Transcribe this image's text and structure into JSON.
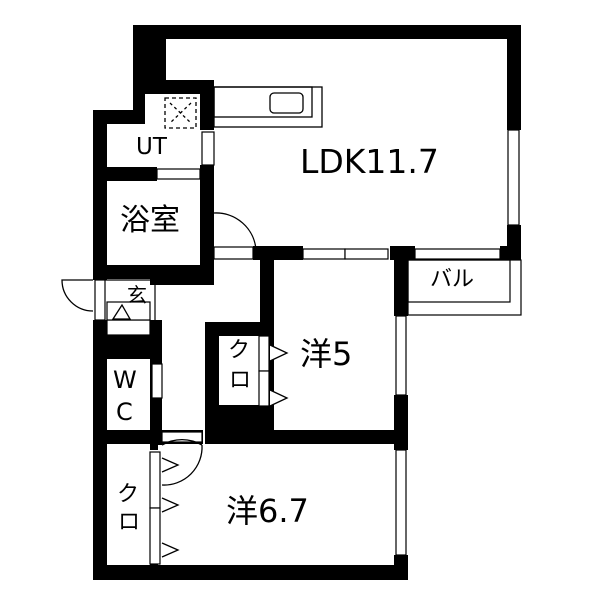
{
  "floor_plan": {
    "rooms": [
      {
        "id": "ldk",
        "label": "LDK11.7"
      },
      {
        "id": "ut",
        "label": "UT"
      },
      {
        "id": "bath",
        "label": "浴室"
      },
      {
        "id": "entrance",
        "label": "玄"
      },
      {
        "id": "wc",
        "label_top": "W",
        "label_bottom": "C"
      },
      {
        "id": "western1",
        "label": "洋5"
      },
      {
        "id": "closet1",
        "label_top": "ク",
        "label_bottom": "ロ"
      },
      {
        "id": "western2",
        "label": "洋6.7"
      },
      {
        "id": "closet2",
        "label_top": "ク",
        "label_bottom": "ロ"
      },
      {
        "id": "balcony",
        "label": "バル"
      }
    ],
    "colors": {
      "wall": "#000000",
      "background": "#ffffff"
    }
  }
}
